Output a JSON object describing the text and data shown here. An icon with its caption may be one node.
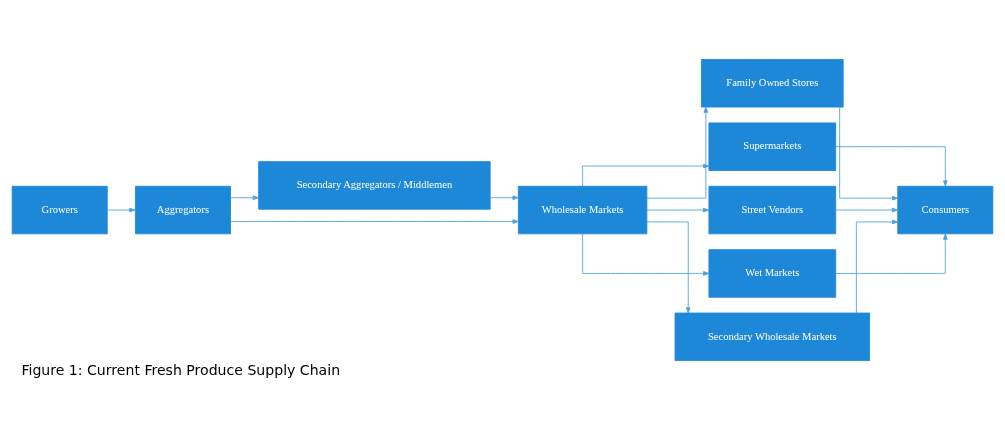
{
  "diagram": {
    "caption": "Figure 1: Current Fresh Produce Supply Chain",
    "nodes": [
      {
        "text": [
          "Growers"
        ]
      },
      {
        "text": [
          "Aggregators"
        ]
      },
      {
        "text": [
          "Secondary Aggregators / Middlemen"
        ]
      },
      {
        "text": [
          "Wholesale Markets"
        ]
      },
      {
        "text": [
          "Family Owned Stores"
        ]
      },
      {
        "text": [
          "Supermarkets"
        ]
      },
      {
        "text": [
          "Street Vendors"
        ]
      },
      {
        "text": [
          "Wet Markets"
        ]
      },
      {
        "text": [
          "Secondary Wholesale Markets"
        ]
      },
      {
        "text": [
          "Consumers"
        ]
      }
    ],
    "edges": [
      {
        "from": 0,
        "to": 1,
        "arrow": "to"
      },
      {
        "from": 1,
        "to": 2,
        "arrow": "to"
      },
      {
        "from": 1,
        "to": 3,
        "arrow": "to"
      },
      {
        "from": 2,
        "to": 3,
        "arrow": "to"
      },
      {
        "from": 3,
        "to": 4,
        "arrow": "to"
      },
      {
        "from": 3,
        "to": 5,
        "arrow": "to"
      },
      {
        "from": 3,
        "to": 6,
        "arrow": "to"
      },
      {
        "from": 3,
        "to": 7,
        "arrow": "to"
      },
      {
        "from": 3,
        "to": 8,
        "arrow": "to"
      },
      {
        "from": 4,
        "to": 9,
        "arrow": "to"
      },
      {
        "from": 5,
        "to": 9,
        "arrow": "to"
      },
      {
        "from": 6,
        "to": 9,
        "arrow": "to"
      },
      {
        "from": 7,
        "to": 9,
        "arrow": "to"
      },
      {
        "from": 8,
        "to": 9,
        "arrow": "to"
      }
    ]
  }
}
